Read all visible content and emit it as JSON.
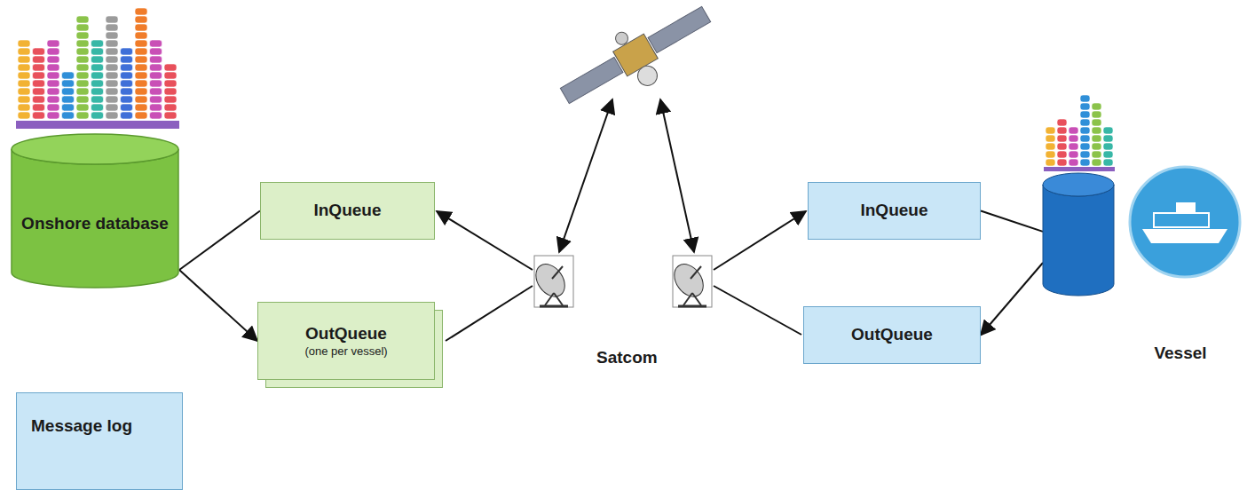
{
  "diagram": {
    "nodes": [
      {
        "text": [
          "Onshore database"
        ]
      },
      {
        "text": [
          "InQueue"
        ]
      },
      {
        "text": [
          "OutQueue",
          "(one per vessel)"
        ]
      },
      {
        "text": [
          "Message log"
        ]
      },
      {
        "text": [
          "InQueue"
        ]
      },
      {
        "text": [
          "OutQueue"
        ]
      },
      {
        "text": [
          "Vessel"
        ]
      }
    ],
    "edges": [
      {
        "from": 0,
        "to": 1,
        "arrow": "none"
      },
      {
        "from": 0,
        "to": 2,
        "arrow": "to"
      },
      {
        "from": 4,
        "to": 6,
        "arrow": "none"
      },
      {
        "from": 6,
        "to": 5,
        "arrow": "to"
      }
    ],
    "labels": [
      "Satcom"
    ]
  }
}
